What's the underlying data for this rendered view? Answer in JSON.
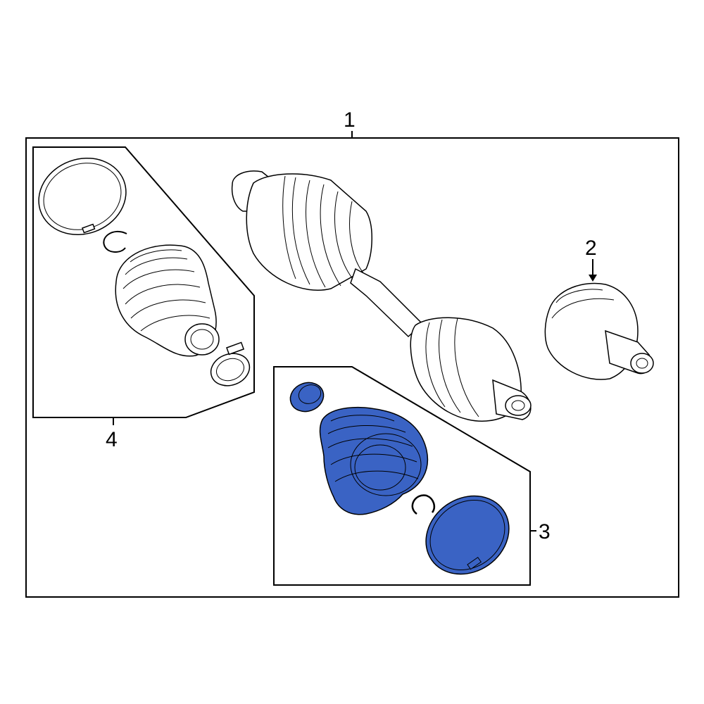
{
  "callouts": {
    "c1": "1",
    "c2": "2",
    "c3": "3",
    "c4": "4"
  },
  "colors": {
    "highlight": "#3a63c4",
    "line": "#000000",
    "background": "#ffffff"
  },
  "highlighted_callout": "3"
}
